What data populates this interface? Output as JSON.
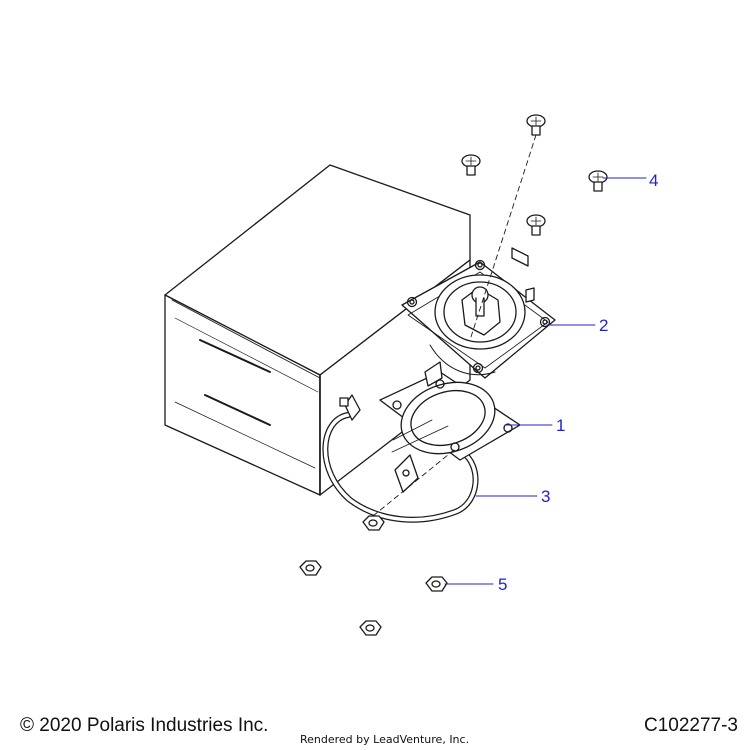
{
  "callouts": [
    "1",
    "2",
    "3",
    "4",
    "5"
  ],
  "footer": {
    "copyright": "© 2020 Polaris Industries Inc.",
    "rendered_by": "Rendered by LeadVenture, Inc.",
    "drawing_id": "C102277-3"
  },
  "colors": {
    "line": "#1a1a1a",
    "callout": "#2222cc",
    "leader": "#2222cc",
    "watermark": "#e2e2e2"
  }
}
